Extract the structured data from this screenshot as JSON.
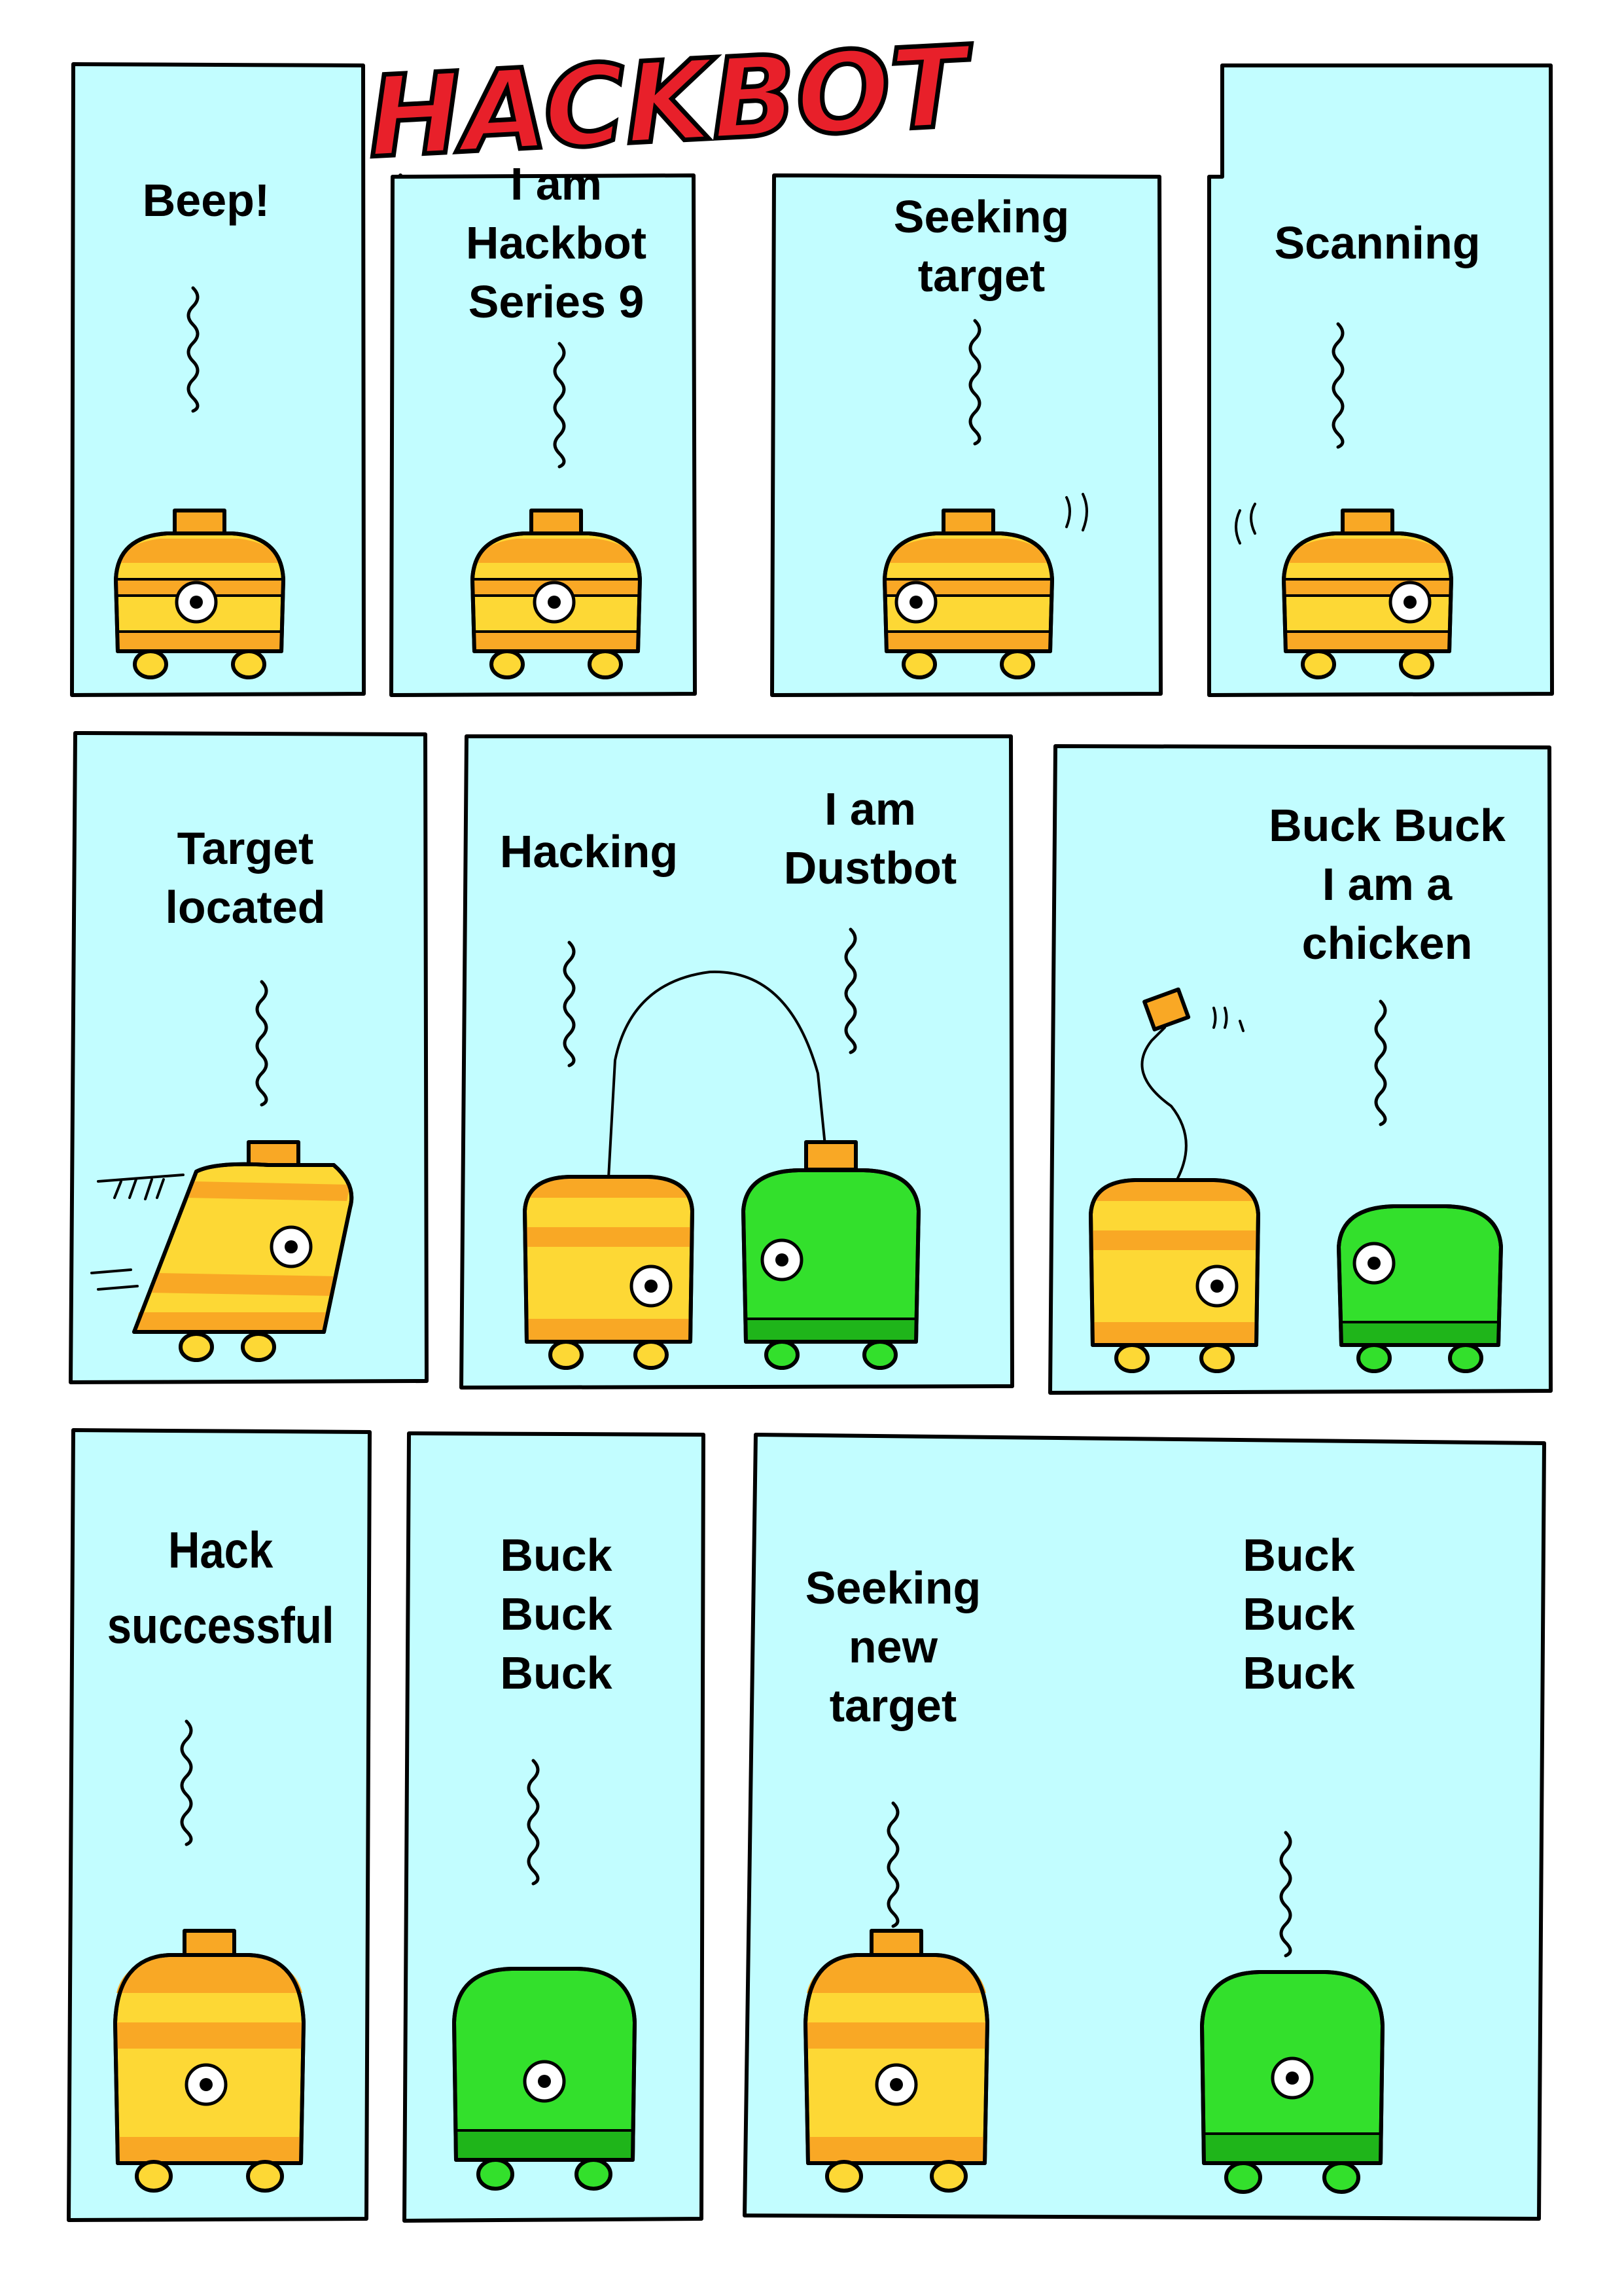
{
  "title": "HACKBOT",
  "colors": {
    "panel_background": "#c2fdff",
    "title_red": "#e8202a",
    "hackbot_yellow": "#fdd835",
    "hackbot_orange": "#f9a825",
    "dustbot_green": "#33e02c",
    "dustbot_dark_green": "#1fb51a",
    "outline": "#000000"
  },
  "panels": [
    {
      "id": 1,
      "row": 1,
      "captions": [
        "Beep!"
      ],
      "characters": [
        "hackbot"
      ]
    },
    {
      "id": 2,
      "row": 1,
      "captions": [
        "I am",
        "Hackbot",
        "Series 9"
      ],
      "characters": [
        "hackbot"
      ]
    },
    {
      "id": 3,
      "row": 1,
      "captions": [
        "Seeking",
        "target"
      ],
      "characters": [
        "hackbot"
      ]
    },
    {
      "id": 4,
      "row": 1,
      "captions": [
        "Scanning"
      ],
      "characters": [
        "hackbot"
      ]
    },
    {
      "id": 5,
      "row": 2,
      "captions": [
        "Target",
        "located"
      ],
      "characters": [
        "hackbot"
      ]
    },
    {
      "id": 6,
      "row": 2,
      "captions": [
        "Hacking"
      ],
      "captions_right": [
        "I am",
        "Dustbot"
      ],
      "characters": [
        "hackbot",
        "dustbot"
      ]
    },
    {
      "id": 7,
      "row": 2,
      "captions": [
        "Buck Buck",
        "I am a",
        "chicken"
      ],
      "characters": [
        "hackbot",
        "dustbot"
      ]
    },
    {
      "id": 8,
      "row": 3,
      "captions": [
        "Hack",
        "successful"
      ],
      "characters": [
        "hackbot"
      ]
    },
    {
      "id": 9,
      "row": 3,
      "captions": [
        "Buck",
        "Buck",
        "Buck"
      ],
      "characters": [
        "dustbot"
      ]
    },
    {
      "id": 10,
      "row": 3,
      "captions": [
        "Seeking",
        "new",
        "target"
      ],
      "captions_right": [
        "Buck",
        "Buck",
        "Buck"
      ],
      "characters": [
        "hackbot",
        "dustbot"
      ]
    }
  ]
}
